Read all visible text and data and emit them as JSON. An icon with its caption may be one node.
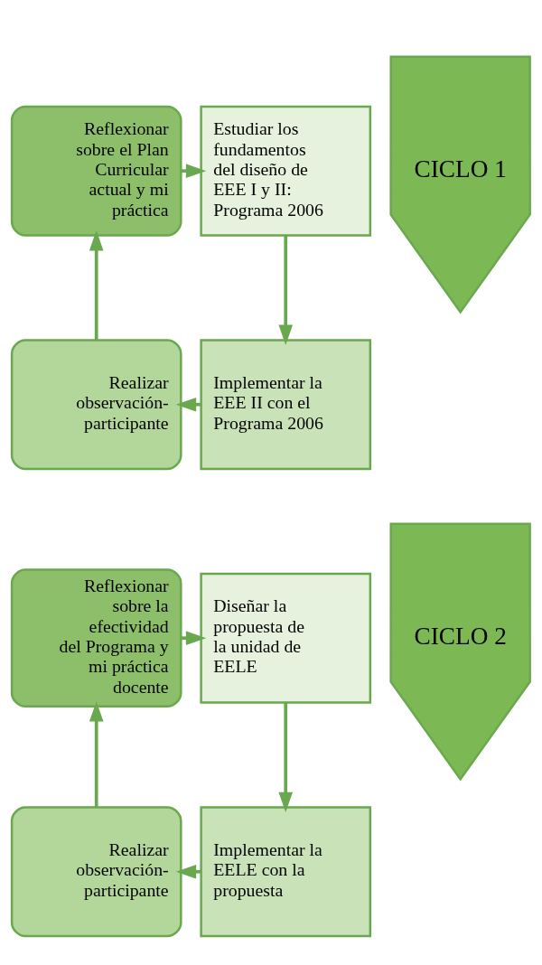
{
  "diagram": {
    "nodes": [
      {
        "text": [
          "Reflexionar sobre el Plan Curricular actual y mi práctica"
        ]
      },
      {
        "text": [
          "Estudiar los fundamentos del diseño de EEE I y II: Programa 2006"
        ]
      },
      {
        "text": [
          "Realizar observación-participante"
        ]
      },
      {
        "text": [
          "Implementar la EEE II con el Programa 2006"
        ]
      },
      {
        "text": [
          "CICLO 1"
        ]
      },
      {
        "text": [
          "Reflexionar sobre la efectividad del Programa y mi práctica docente"
        ]
      },
      {
        "text": [
          "Diseñar la propuesta de la unidad de EELE"
        ]
      },
      {
        "text": [
          "Realizar observación-participante"
        ]
      },
      {
        "text": [
          "Implementar la EELE con la propuesta"
        ]
      },
      {
        "text": [
          "CICLO 2"
        ]
      }
    ],
    "edges": [
      {
        "from": 0,
        "to": 1,
        "arrow": "to"
      },
      {
        "from": 1,
        "to": 3,
        "arrow": "to"
      },
      {
        "from": 3,
        "to": 2,
        "arrow": "to"
      },
      {
        "from": 2,
        "to": 0,
        "arrow": "to"
      },
      {
        "from": 5,
        "to": 6,
        "arrow": "to"
      },
      {
        "from": 6,
        "to": 8,
        "arrow": "to"
      },
      {
        "from": 8,
        "to": 7,
        "arrow": "to"
      },
      {
        "from": 7,
        "to": 5,
        "arrow": "to"
      }
    ]
  }
}
